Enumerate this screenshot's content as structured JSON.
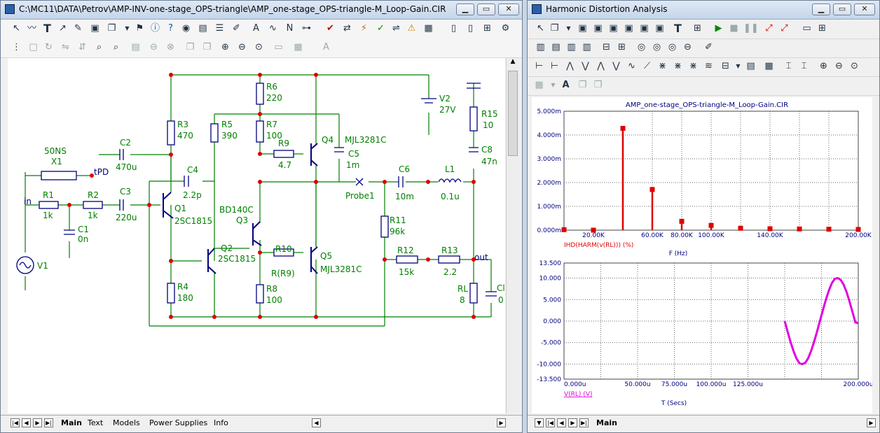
{
  "schematic_window": {
    "title": "C:\\MC11\\DATA\\Petrov\\AMP-INV-one-stage_OPS-triangle\\AMP_one-stage_OPS-triangle-M_Loop-Gain.CIR",
    "tabs": [
      "Main",
      "Text",
      "Models",
      "Power Supplies",
      "Info"
    ],
    "components": {
      "V1": "V1",
      "X1_name": "X1",
      "X1_value": "50NS",
      "tPD": "tPD",
      "in_node": "in",
      "R1": "R1",
      "R1v": "1k",
      "R2": "R2",
      "R2v": "1k",
      "C1": "C1",
      "C1v": "0n",
      "C2": "C2",
      "C2v": "470u",
      "C3": "C3",
      "C3v": "220u",
      "C4": "C4",
      "C4v": "2.2p",
      "R3": "R3",
      "R3v": "470",
      "R4": "R4",
      "R4v": "180",
      "Q1": "Q1",
      "Q1v": "2SC1815",
      "Q2": "Q2",
      "Q2v": "2SC1815",
      "Q3": "Q3",
      "Q3v": "BD140C",
      "R5": "R5",
      "R5v": "390",
      "R6": "R6",
      "R6v": "220",
      "R7": "R7",
      "R7v": "100",
      "R8": "R8",
      "R8v": "100",
      "R9": "R9",
      "R9v": "4.7",
      "R10": "R10",
      "R10v": "R(R9)",
      "Q4": "Q4",
      "Q4v": "MJL3281C",
      "Q5": "Q5",
      "Q5v": "MJL3281C",
      "C5": "C5",
      "C5v": "1m",
      "Probe": "Probe1",
      "C6": "C6",
      "C6v": "10m",
      "R11": "R11",
      "R11v": "96k",
      "R12": "R12",
      "R12v": "15k",
      "L1": "L1",
      "L1v": "0.1u",
      "R13": "R13",
      "R13v": "2.2",
      "out_node": "out",
      "RL": "RL",
      "RLv": "8",
      "CL": "Cl",
      "CLv": "0",
      "V2": "V2",
      "V2v": "27V",
      "R15": "R15",
      "R15v": "10",
      "C8": "C8",
      "C8v": "47n"
    }
  },
  "analysis_window": {
    "title": "Harmonic Distortion Analysis",
    "tab": "Main",
    "top_plot_title": "AMP_one-stage_OPS-triangle-M_Loop-Gain.CIR",
    "charts": {
      "ihd": {
        "type": "bar",
        "trace_label": "IHD(HARM(v(RL))) (%)",
        "x_axis_label": "F (Hz)",
        "x_ticks": [
          "20.00K",
          "60.00K",
          "80.00K",
          "100.00K",
          "140.00K",
          "200.00K"
        ],
        "x_tick_values": [
          20000,
          60000,
          80000,
          100000,
          140000,
          200000
        ],
        "xlim": [
          0,
          200000
        ],
        "y_ticks": [
          "0.000m",
          "1.000m",
          "2.000m",
          "3.000m",
          "4.000m",
          "5.000m"
        ],
        "y_tick_values": [
          0,
          1,
          2,
          3,
          4,
          5
        ],
        "ylim": [
          0,
          5
        ],
        "x": [
          0,
          20000,
          40000,
          60000,
          80000,
          100000,
          120000,
          140000,
          160000,
          180000,
          200000
        ],
        "y": [
          0.02,
          0,
          4.28,
          1.71,
          0.37,
          0.2,
          0.08,
          0.06,
          0.05,
          0.04,
          0.03
        ],
        "color": "#e00000"
      },
      "vrl": {
        "type": "line",
        "trace_label": "V(RL) (V)",
        "x_axis_label": "T (Secs)",
        "x_ticks": [
          "0.000u",
          "50.000u",
          "75.000u",
          "100.000u",
          "125.000u",
          "200.000u"
        ],
        "x_tick_values": [
          0,
          50,
          75,
          100,
          125,
          200
        ],
        "xlim": [
          0,
          200
        ],
        "y_ticks": [
          "13.500",
          "10.000",
          "5.000",
          "0.000",
          "-5.000",
          "-10.000",
          "-13.500"
        ],
        "y_tick_values": [
          13.5,
          10,
          5,
          0,
          -5,
          -10,
          -13.5
        ],
        "ylim": [
          -13.5,
          13.5
        ],
        "x": [
          150,
          152,
          154,
          156,
          158,
          160,
          162,
          164,
          166,
          168,
          170,
          172,
          174,
          176,
          178,
          180,
          182,
          184,
          186,
          188,
          190,
          192,
          194,
          196,
          198,
          200
        ],
        "y": [
          0.0,
          -2.5,
          -4.9,
          -7.0,
          -8.7,
          -9.8,
          -10.0,
          -9.7,
          -8.6,
          -6.9,
          -4.8,
          -2.4,
          0.1,
          2.6,
          5.0,
          7.1,
          8.8,
          9.8,
          10.0,
          9.6,
          8.5,
          6.8,
          4.6,
          2.2,
          -0.3,
          -0.5
        ],
        "color": "#e000e0"
      }
    }
  }
}
